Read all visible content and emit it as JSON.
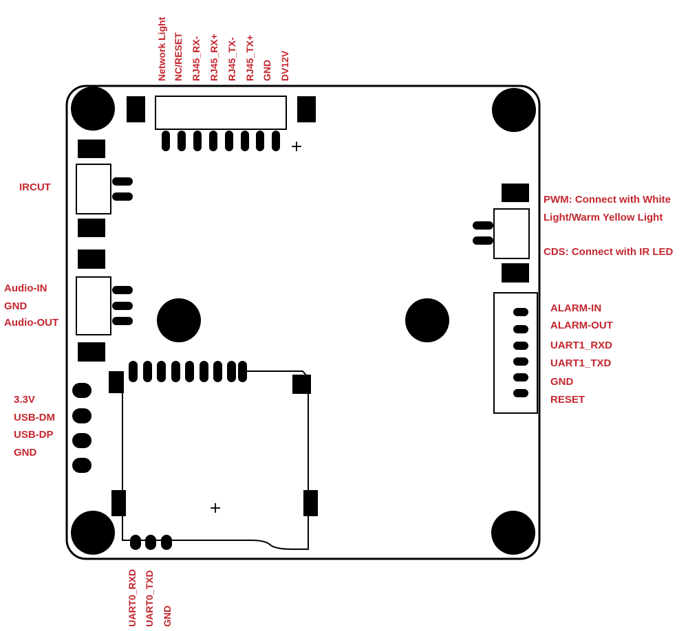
{
  "colors": {
    "label": "#c4262e",
    "outline": "#000000",
    "background": "#ffffff"
  },
  "top_connector": {
    "labels": [
      "Network Light",
      "NC/RESET",
      "RJ45_RX-",
      "RJ45_RX+",
      "RJ45_TX-",
      "RJ45_TX+",
      "GND",
      "DV12V"
    ],
    "plus_mark": "+"
  },
  "ircut": {
    "label": "IRCUT"
  },
  "audio": {
    "labels": [
      "Audio-IN",
      "GND",
      "Audio-OUT"
    ]
  },
  "usb": {
    "labels": [
      "3.3V",
      "USB-DM",
      "USB-DP",
      "GND"
    ]
  },
  "pwm_cds": {
    "pwm_line1": "PWM:  Connect with White",
    "pwm_line2": "Light/Warm Yellow Light",
    "cds": "CDS:  Connect with IR LED"
  },
  "alarm_connector": {
    "labels": [
      "ALARM-IN",
      "ALARM-OUT",
      "UART1_RXD",
      "UART1_TXD",
      "GND",
      "RESET"
    ]
  },
  "uart0": {
    "labels": [
      "UART0_RXD",
      "UART0_TXD",
      "GND"
    ]
  },
  "center_plus_mark": "+"
}
